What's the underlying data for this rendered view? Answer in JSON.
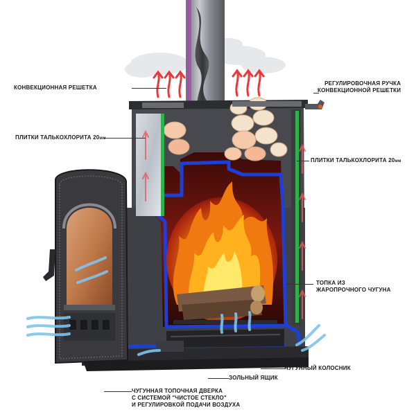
{
  "labels": {
    "convection_grate": "КОНВЕКЦИОННАЯ РЕШЕТКА",
    "talc_tiles_left": "ПЛИТКИ ТАЛЬКОХЛОРИТА 20",
    "talc_tiles_left_unit": "мм",
    "handle_line1": "РЕГУЛИРОВОЧНАЯ РУЧКА",
    "handle_line2": "КОНВЕКЦИОННОЙ РЕШЕТКИ",
    "talc_tiles_right": "ПЛИТКИ ТАЛЬКОХЛОРИТА 20",
    "talc_tiles_right_unit": "мм",
    "firebox_line1": "ТОПКА ИЗ",
    "firebox_line2": "ЖАРОПРОЧНОГО ЧУГУНА",
    "grate": "ЧУГУННЫЙ КОЛОСНИК",
    "ash_box": "ЗОЛЬНЫЙ ЯЩИК",
    "door_line1": "ЧУГУННАЯ ТОПОЧНАЯ ДВЕРКА",
    "door_line2": "С СИСТЕМОЙ \"ЧИСТОЕ СТЕКЛО\"",
    "door_line3": "И РЕГУЛИРОВКОЙ ПОДАЧИ ВОЗДУХА"
  },
  "colors": {
    "metal_dark": "#3a3a3e",
    "metal_mid": "#5b5c62",
    "flame_orange": "#f07a10",
    "flame_yellow": "#ffd23a",
    "interior_red": "#8a1a14",
    "insulation_blue": "#1e3fd6",
    "tile_green": "#2fb24a",
    "hot_arrow": "#e8383a",
    "cold_air": "#7fc3ef",
    "stone": "#f3e2cc"
  },
  "icons": [
    "hot-air-arrow-icon",
    "cold-air-arrow-icon",
    "door-handle-icon",
    "adjust-handle-icon"
  ]
}
